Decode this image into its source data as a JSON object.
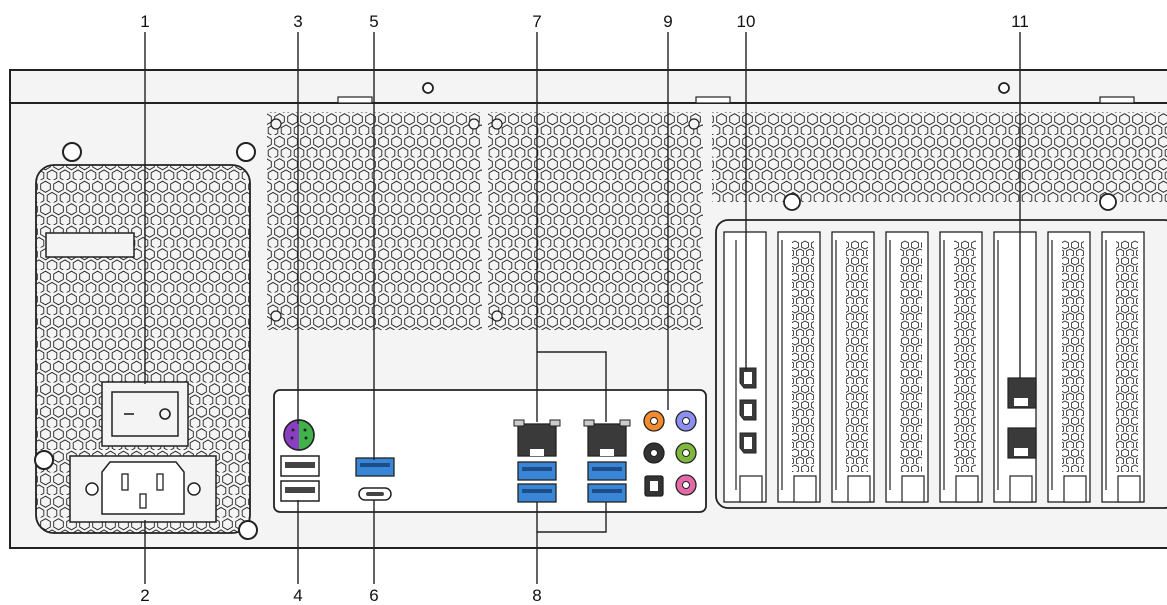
{
  "callouts": {
    "c1": "1",
    "c2": "2",
    "c3": "3",
    "c4": "4",
    "c5": "5",
    "c6": "6",
    "c7": "7",
    "c8": "8",
    "c9": "9",
    "c10": "10",
    "c11": "11"
  },
  "colors": {
    "chassis": "#f4f4f4",
    "outline": "#222222",
    "usb3": "#3a86d6",
    "ps2": "#8a3fc2",
    "ps2_half": "#3fb24a",
    "audio_orange": "#f28a2e",
    "audio_blue": "#8c8ff0",
    "audio_black": "#333333",
    "audio_green": "#7fb83c",
    "audio_pink": "#e46aa7",
    "rj45": "#3a3a3a"
  }
}
